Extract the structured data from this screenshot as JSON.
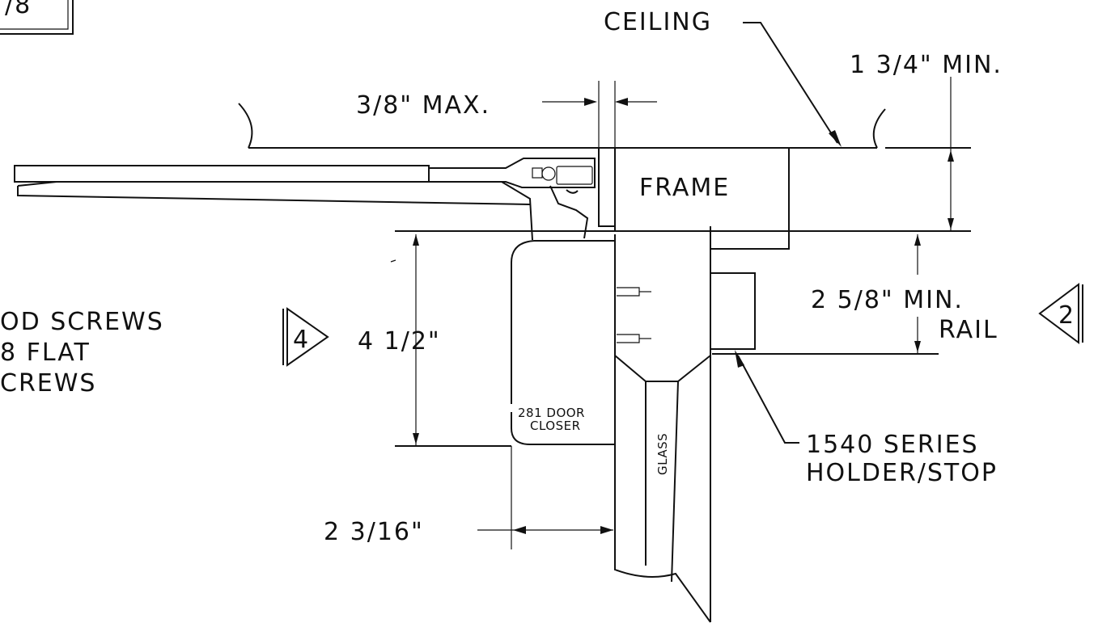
{
  "labels": {
    "ceiling": "CEILING",
    "min_1_3_4": "1 3/4\" MIN.",
    "max_3_8": "3/8\" MAX.",
    "frame": "FRAME",
    "min_2_5_8": "2 5/8\" MIN.",
    "rail": "RAIL",
    "dim_4_1_2": "4 1/2\"",
    "door_closer_line1": "281 DOOR",
    "door_closer_line2": "CLOSER",
    "glass": "GLASS",
    "holder_line1": "1540 SERIES",
    "holder_line2": "HOLDER/STOP",
    "dim_2_3_16": "2 3/16\"",
    "screws_line1": "OD SCREWS",
    "screws_line2": "8 FLAT",
    "screws_line3": "CREWS",
    "top_left_fragment": "/8"
  },
  "callouts": {
    "callout_2": "2",
    "callout_4": "4"
  },
  "colors": {
    "ink": "#111111",
    "background": "#ffffff"
  }
}
